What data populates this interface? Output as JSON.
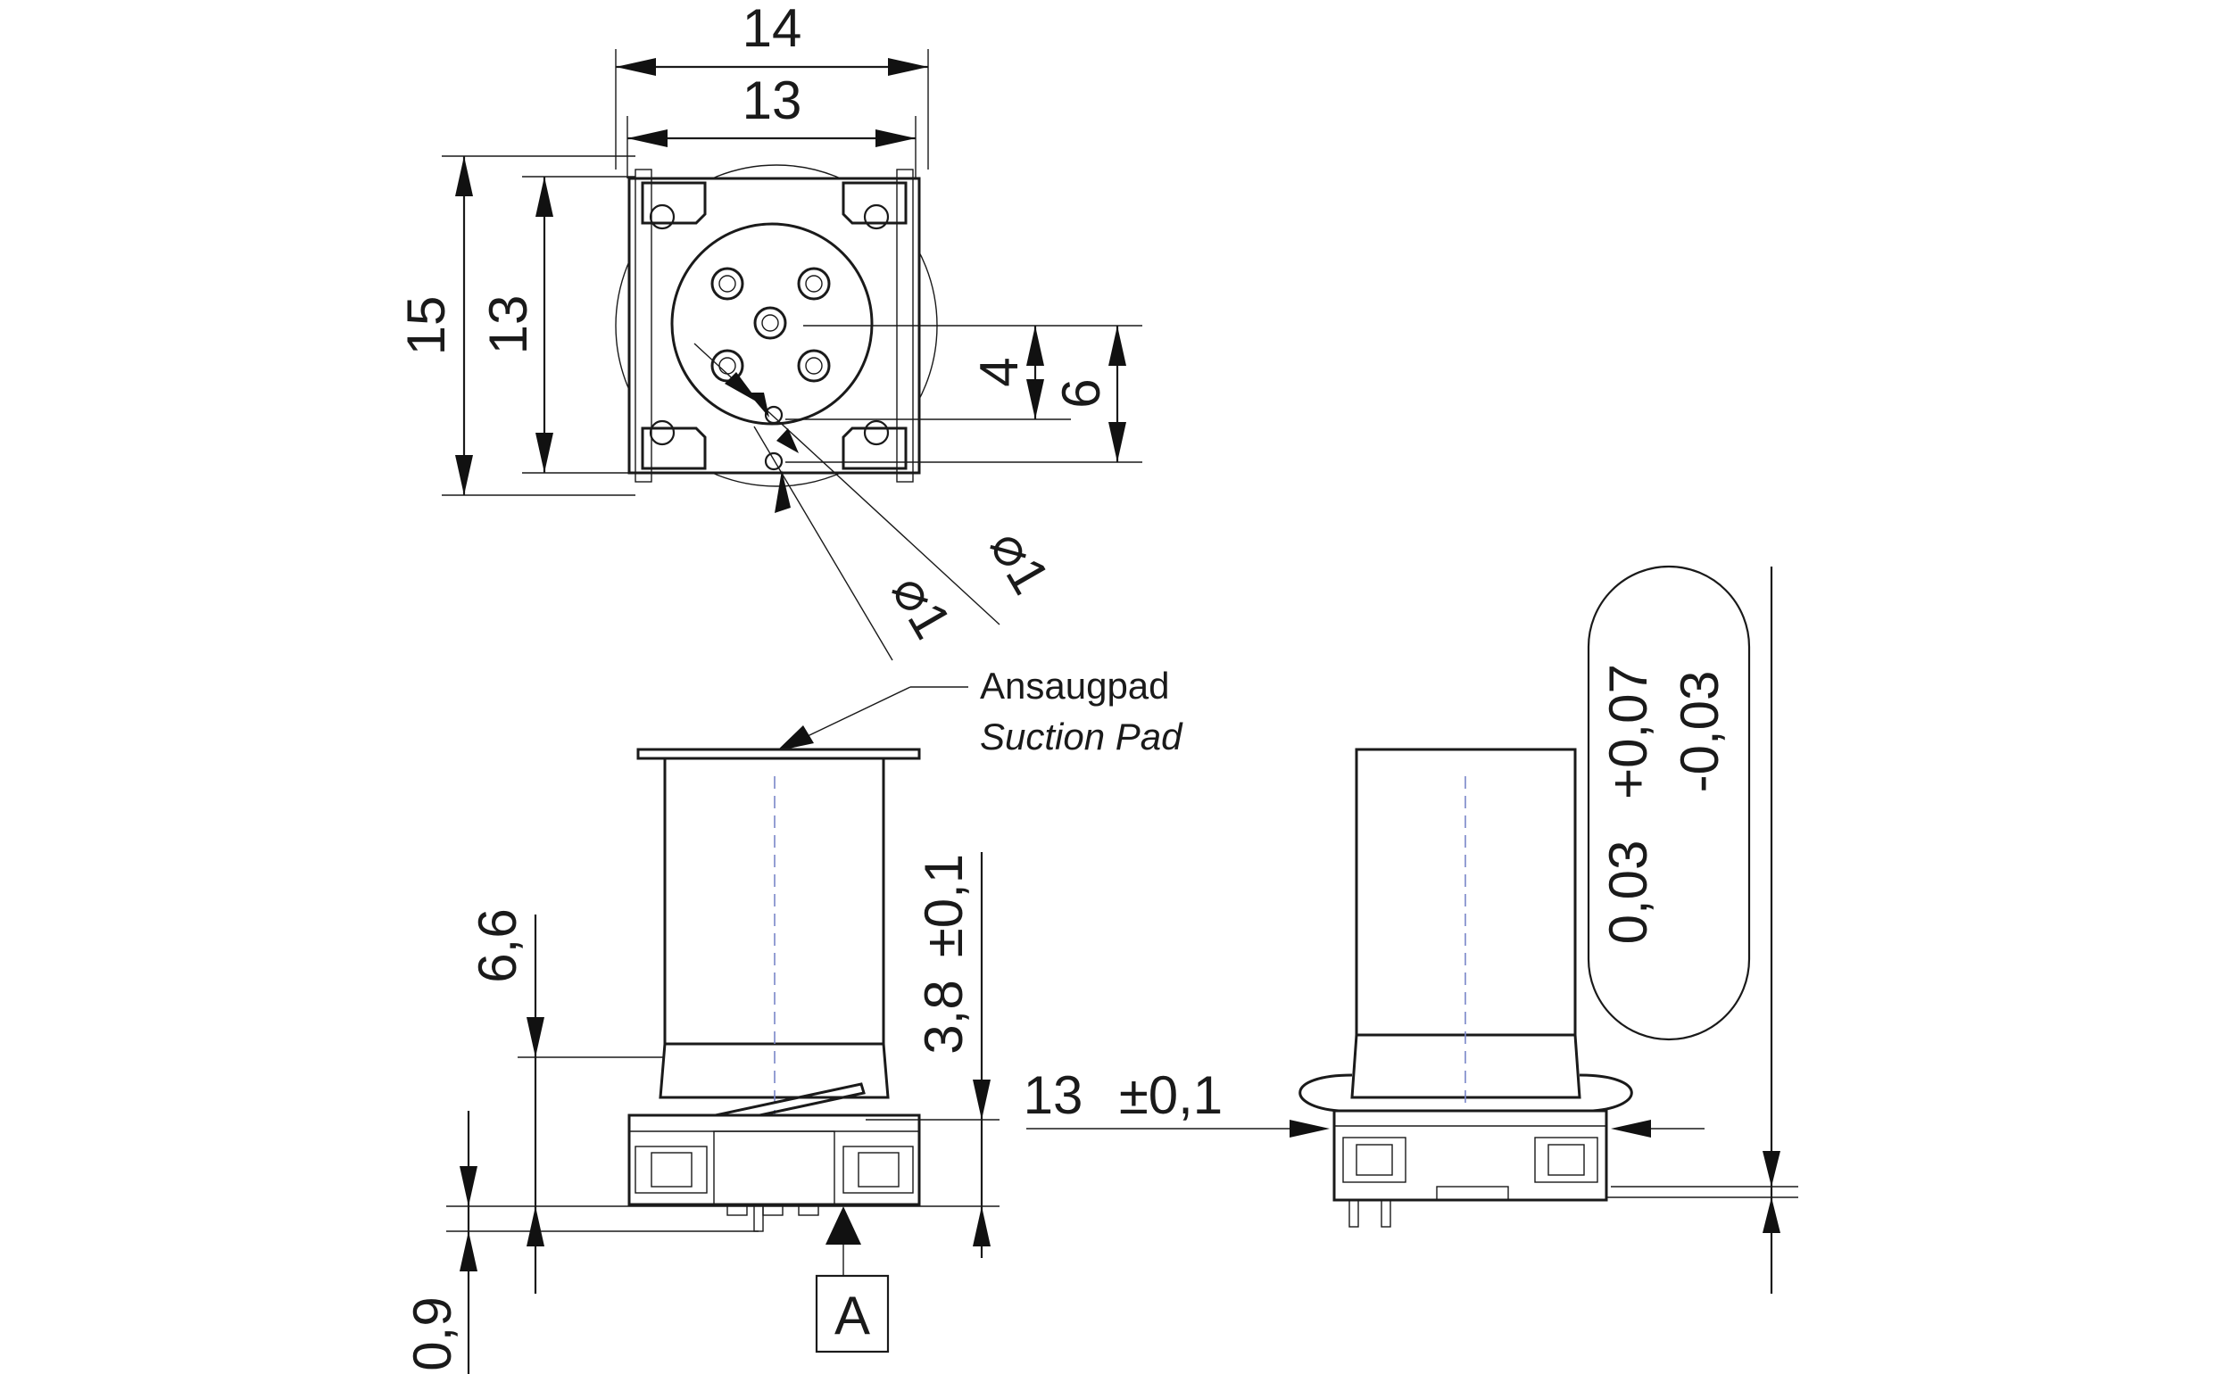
{
  "drawing": {
    "top_view": {
      "dim_width_outer": "14",
      "dim_width_inner": "13",
      "dim_height_outer": "15",
      "dim_height_inner": "13",
      "dim_offset_small": "4",
      "dim_offset_large": "6",
      "dim_hole_a": "⌀1",
      "dim_hole_b": "⌀1"
    },
    "callout": {
      "label_de": "Ansaugpad",
      "label_en": "Suction Pad"
    },
    "front_view": {
      "dim_height": "6,6",
      "dim_pad_height": "3,8",
      "dim_pad_tol": "±0,1",
      "dim_base": "0,9",
      "datum": "A"
    },
    "side_view": {
      "dim_width": "13",
      "dim_width_tol": "±0,1",
      "tol_nominal": "0,03",
      "tol_upper": "+0,07",
      "tol_lower": "-0,03"
    }
  }
}
